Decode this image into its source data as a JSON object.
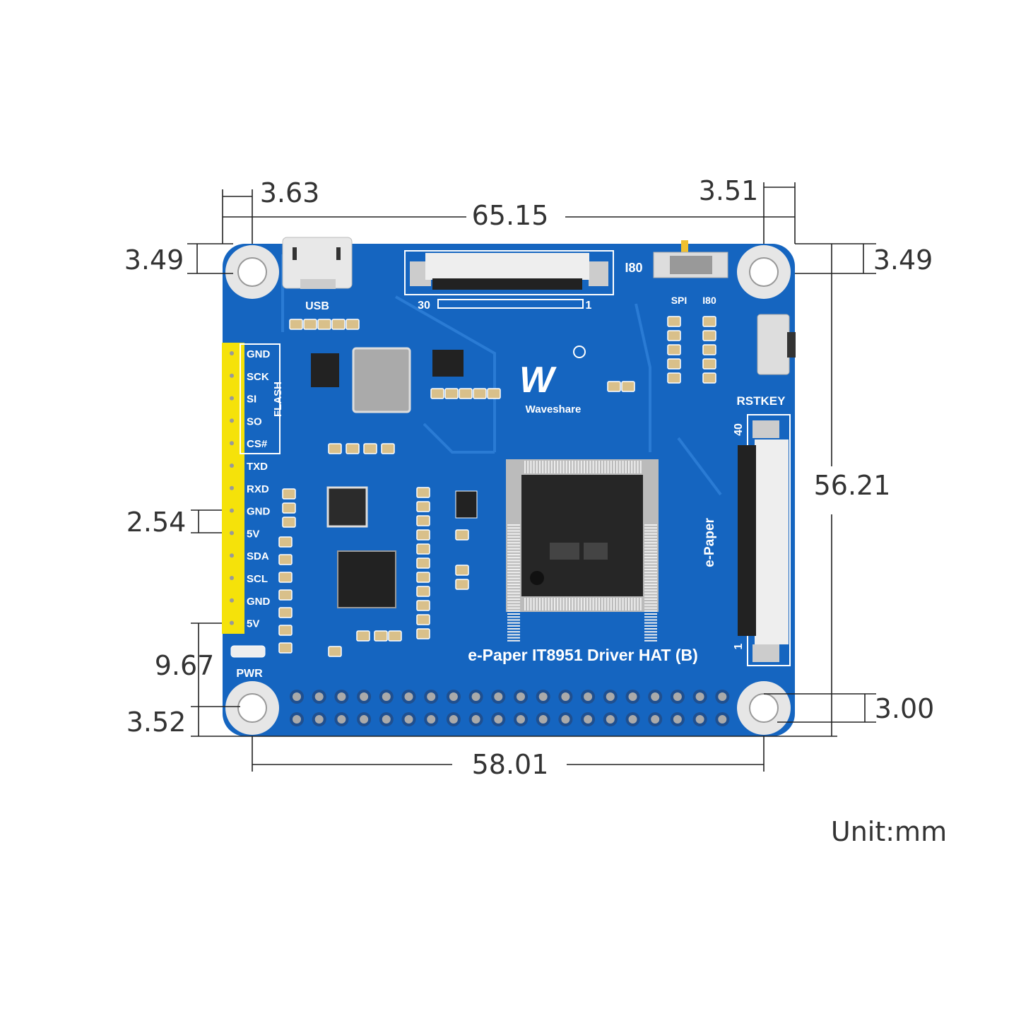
{
  "dimensions": {
    "hole_offset_left": "3.63",
    "board_width": "65.15",
    "hole_offset_right": "3.51",
    "hole_offset_top_left": "3.49",
    "hole_offset_top_right": "3.49",
    "pin_pitch": "2.54",
    "pin_to_hole": "9.67",
    "hole_offset_bottom_left": "3.52",
    "board_height_holes": "56.21",
    "hole_offset_bottom_right": "3.00",
    "hole_spacing": "58.01"
  },
  "unit_label": "Unit:mm",
  "board": {
    "title": "e-Paper IT8951 Driver HAT (B)",
    "brand": "Waveshare",
    "usb_label": "USB",
    "pwr_label": "PWR",
    "flash_label": "FLASH",
    "rstkey_label": "RSTKEY",
    "epaper_label": "e-Paper",
    "i80_label": "I80",
    "spi_label": "SPI",
    "i80_switch_label": "I80",
    "fpc_top_pin_start": "30",
    "fpc_top_pin_end": "1",
    "fpc_right_pin_start": "40",
    "fpc_right_pin_end": "1",
    "header_pins": [
      "GND",
      "SCK",
      "SI",
      "SO",
      "CS#",
      "TXD",
      "RXD",
      "GND",
      "5V",
      "SDA",
      "SCL",
      "GND",
      "5V"
    ]
  },
  "colors": {
    "board": "#1565c0",
    "silk": "#ffffff",
    "header": "#f5e20a",
    "chip": "#262626"
  }
}
